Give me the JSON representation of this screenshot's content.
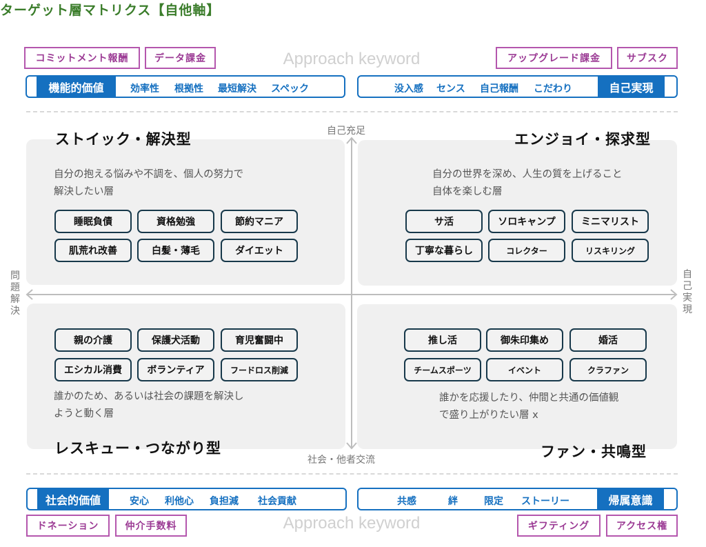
{
  "title": "ターゲット層マトリクス【自他軸】",
  "approach_keyword": "Approach keyword",
  "top": {
    "left_tags": [
      "コミットメント報酬",
      "データ課金"
    ],
    "right_tags": [
      "アップグレード課金",
      "サブスク"
    ],
    "left_bar": {
      "label": "機能的価値",
      "keywords": [
        "効率性",
        "根拠性",
        "最短解決",
        "スペック"
      ]
    },
    "right_bar": {
      "label": "自己実現",
      "keywords": [
        "没入感",
        "センス",
        "自己報酬",
        "こだわり"
      ]
    }
  },
  "bottom": {
    "left_tags": [
      "ドネーション",
      "仲介手数料"
    ],
    "right_tags": [
      "ギフティング",
      "アクセス権"
    ],
    "left_bar": {
      "label": "社会的価値",
      "keywords": [
        "安心",
        "利他心",
        "負担減",
        "社会貢献"
      ]
    },
    "right_bar": {
      "label": "帰属意識",
      "keywords": [
        "共感",
        "絆",
        "限定",
        "ストーリー"
      ]
    }
  },
  "axes": {
    "top": "自己充足",
    "bottom": "社会・他者交流",
    "left": "問題解決",
    "right": "自己実現"
  },
  "quadrants": {
    "tl": {
      "title": "ストイック・解決型",
      "desc": [
        "自分の抱える悩みや不調を、個人の努力で",
        "解決したい層"
      ],
      "tags": [
        "睡眠負債",
        "資格勉強",
        "節約マニア",
        "肌荒れ改善",
        "白髪・薄毛",
        "ダイエット"
      ]
    },
    "tr": {
      "title": "エンジョイ・探求型",
      "desc": [
        "自分の世界を深め、人生の質を上げること",
        "自体を楽しむ層"
      ],
      "tags": [
        "サ活",
        "ソロキャンプ",
        "ミニマリスト",
        "丁寧な暮らし",
        "コレクター",
        "リスキリング"
      ]
    },
    "bl": {
      "title": "レスキュー・つながり型",
      "desc": [
        "誰かのため、あるいは社会の課題を解決し",
        "ようと動く層"
      ],
      "tags": [
        "親の介護",
        "保護犬活動",
        "育児奮闘中",
        "エシカル消費",
        "ボランティア",
        "フードロス削減"
      ]
    },
    "br": {
      "title": "ファン・共鳴型",
      "desc": [
        "誰かを応援したり、仲間と共通の価値観",
        "で盛り上がりたい層 x"
      ],
      "tags": [
        "推し活",
        "御朱印集め",
        "婚活",
        "チームスポーツ",
        "イベント",
        "クラファン"
      ]
    }
  },
  "colors": {
    "accent": "#1570c0",
    "pink": "#b456ad",
    "title": "#3b7d2b"
  }
}
